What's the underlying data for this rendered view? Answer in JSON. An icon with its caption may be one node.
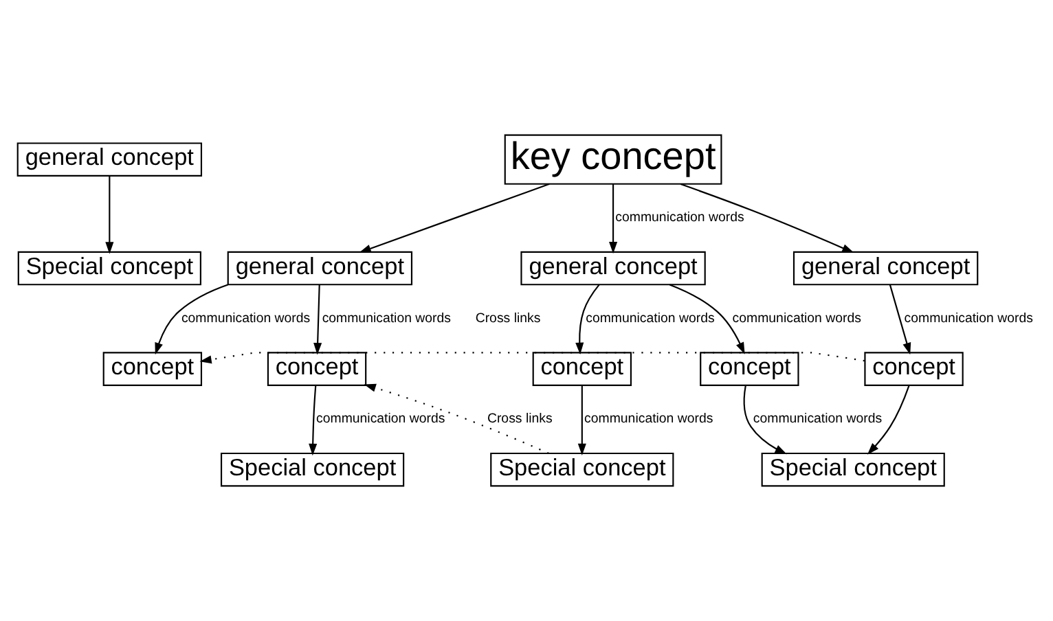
{
  "diagram": {
    "nodes": [
      {
        "text": [
          "general concept"
        ]
      },
      {
        "text": [
          "Special concept"
        ]
      },
      {
        "text": [
          "key concept"
        ]
      },
      {
        "text": [
          "general concept"
        ]
      },
      {
        "text": [
          "general concept"
        ]
      },
      {
        "text": [
          "general concept"
        ]
      },
      {
        "text": [
          "concept"
        ]
      },
      {
        "text": [
          "concept"
        ]
      },
      {
        "text": [
          "concept"
        ]
      },
      {
        "text": [
          "concept"
        ]
      },
      {
        "text": [
          "concept"
        ]
      },
      {
        "text": [
          "Special concept"
        ]
      },
      {
        "text": [
          "Special concept"
        ]
      },
      {
        "text": [
          "Special concept"
        ]
      }
    ],
    "edges": [
      {
        "from": 0,
        "to": 1,
        "arrow": "to"
      },
      {
        "from": 2,
        "to": 3,
        "arrow": "to"
      },
      {
        "from": 2,
        "to": 4,
        "arrow": "to",
        "label": "communication words"
      },
      {
        "from": 2,
        "to": 5,
        "arrow": "to"
      },
      {
        "from": 3,
        "to": 6,
        "arrow": "to",
        "label": "communication words"
      },
      {
        "from": 3,
        "to": 7,
        "arrow": "to",
        "label": "communication words"
      },
      {
        "from": 4,
        "to": 8,
        "arrow": "to",
        "label": "communication words"
      },
      {
        "from": 4,
        "to": 9,
        "arrow": "to",
        "label": "communication words"
      },
      {
        "from": 5,
        "to": 10,
        "arrow": "to",
        "label": "communication words"
      },
      {
        "from": 7,
        "to": 11,
        "arrow": "to",
        "label": "communication words"
      },
      {
        "from": 8,
        "to": 12,
        "arrow": "to",
        "label": "communication words"
      },
      {
        "from": 9,
        "to": 13,
        "arrow": "to",
        "label": "communication words"
      },
      {
        "from": 10,
        "to": 13,
        "arrow": "to"
      },
      {
        "from": 12,
        "to": 7,
        "arrow": "to",
        "label": "Cross links",
        "style": "dashed"
      },
      {
        "from": 10,
        "to": 6,
        "arrow": "to",
        "label": "Cross links",
        "style": "dashed"
      }
    ]
  }
}
